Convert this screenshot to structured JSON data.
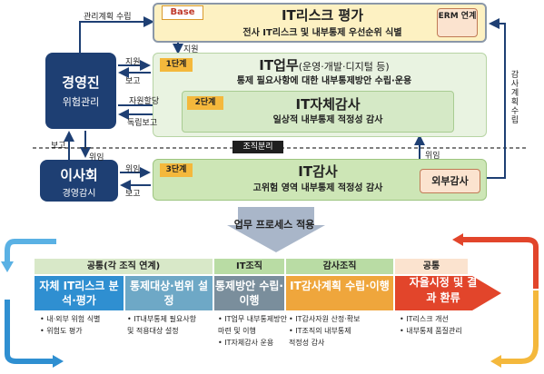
{
  "top": {
    "base_tag": "Base",
    "risk_title": "IT리스크 평가",
    "risk_sub": "전사 IT리스크 및 내부통제 우선순위 식별",
    "erm_tag": "ERM 연계"
  },
  "stages": {
    "s1": "1단계",
    "s2": "2단계",
    "s3": "3단계"
  },
  "business": {
    "title_main": "IT업무",
    "title_paren": "(운영·개발·디지털 등)",
    "sub": "통제 필요사항에 대한 내부통제방안 수립·운용"
  },
  "self_audit": {
    "title": "IT자체감사",
    "sub": "일상적 내부통제 적정성 감사"
  },
  "it_audit": {
    "title": "IT감사",
    "sub": "고위험 영역 내부통제 적정성 감사",
    "external": "외부감사"
  },
  "org_split": "조직분리",
  "executive": {
    "title": "경영진",
    "sub": "위험관리"
  },
  "board": {
    "title": "이사회",
    "sub": "경영감시"
  },
  "labels": {
    "mgmt_plan_approval": "관리계획 수립",
    "support_top": "지원",
    "support_mid": "지원",
    "report_mid": "보고",
    "resource_alloc": "자원할당",
    "independent_report": "독립보고",
    "report_left": "보고",
    "delegate_left": "위임",
    "delegate_board": "위임",
    "report_board": "보고",
    "delegate_right": "위임",
    "audit_plan_vertical": "감사계획 수립"
  },
  "process_label": "업무 프로세스 적용",
  "table": {
    "headers": [
      "공통(각 조직 연계)",
      "IT조직",
      "감사조직",
      "공통"
    ],
    "steps": [
      "자체 IT리스크 분석·평가",
      "통제대상·범위 설정",
      "통제방안 수립·이행",
      "IT감사계획 수립·이행",
      "자율시정 및 결과 환류"
    ],
    "descs": [
      [
        "• 내·외부 위험 식별",
        "• 위험도 평가"
      ],
      [
        "• IT내부통제 필요사항",
        "  및 적용대상 설정"
      ],
      [
        "• IT업무 내부통제방안",
        "  마련 및 이행",
        "• IT자체감사 운용"
      ],
      [
        "• IT감사자원 산정·확보",
        "• IT조직의 내부통제",
        "  적정성 감사"
      ],
      [
        "• IT리스크 개선",
        "• 내부통제 품질관리"
      ]
    ]
  },
  "colors": {
    "navy": "#1e3f73",
    "gold": "#f4b83c",
    "light_green": "#e9f3e1",
    "mid_green": "#cde6b6",
    "cream": "#fdf1c2",
    "arrow_blue": "#5ab1e4",
    "arrow_red": "#e2452b"
  }
}
